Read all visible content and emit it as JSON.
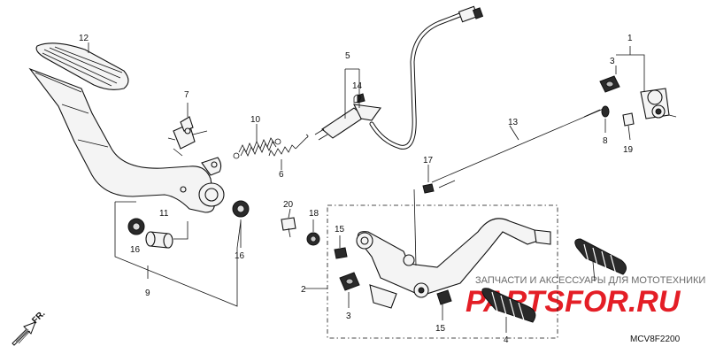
{
  "callouts": [
    {
      "id": "c1",
      "text": "1"
    },
    {
      "id": "c2",
      "text": "2"
    },
    {
      "id": "c3a",
      "text": "3"
    },
    {
      "id": "c3b",
      "text": "3"
    },
    {
      "id": "c4",
      "text": "4"
    },
    {
      "id": "c5",
      "text": "5"
    },
    {
      "id": "c6",
      "text": "6"
    },
    {
      "id": "c7",
      "text": "7"
    },
    {
      "id": "c8",
      "text": "8"
    },
    {
      "id": "c9",
      "text": "9"
    },
    {
      "id": "c10",
      "text": "10"
    },
    {
      "id": "c11",
      "text": "11"
    },
    {
      "id": "c12",
      "text": "12"
    },
    {
      "id": "c13",
      "text": "13"
    },
    {
      "id": "c14",
      "text": "14"
    },
    {
      "id": "c15a",
      "text": "15"
    },
    {
      "id": "c15b",
      "text": "15"
    },
    {
      "id": "c16a",
      "text": "16"
    },
    {
      "id": "c16b",
      "text": "16"
    },
    {
      "id": "c17",
      "text": "17"
    },
    {
      "id": "c18",
      "text": "18"
    },
    {
      "id": "c19",
      "text": "19"
    },
    {
      "id": "c20",
      "text": "20"
    }
  ],
  "direction_label": "FR.",
  "diagram_code": "MCV8F2200",
  "watermark": {
    "caption": "ЗАПЧАСТИ И АКСЕССУАРЫ ДЛЯ МОТОТЕХНИКИ",
    "logo": "PARTSFOR.RU"
  },
  "colors": {
    "line": "#111111",
    "watermark_red": "#e41e26",
    "watermark_gray": "#6a6a6a",
    "background": "#ffffff"
  }
}
